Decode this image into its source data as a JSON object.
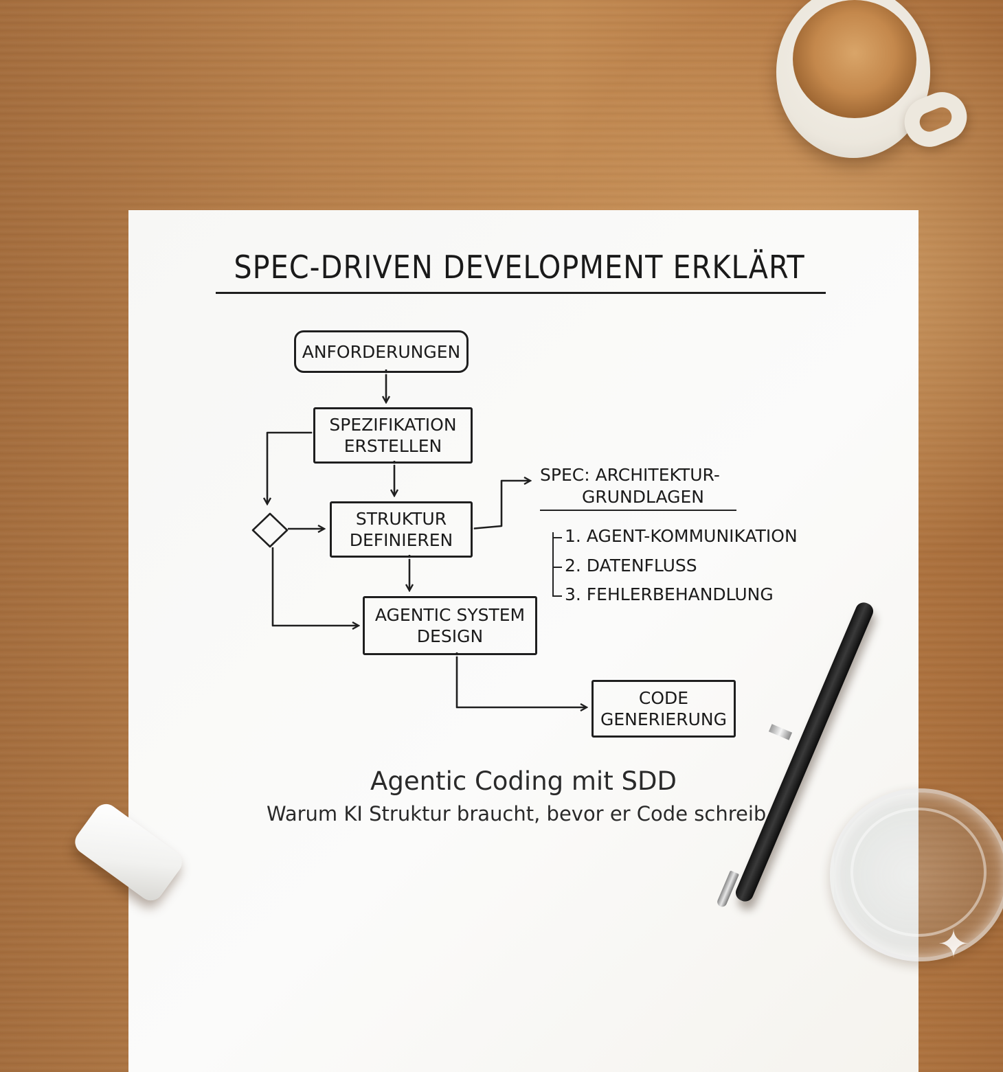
{
  "title": "SPEC-DRIVEN DEVELOPMENT ERKLÄRT",
  "nodes": {
    "requirements": "ANFORDERUNGEN",
    "specification": "SPEZIFIKATION\nERSTELLEN",
    "structure": "STRUKTUR\nDEFINIEREN",
    "agentic_design": "AGENTIC SYSTEM\nDESIGN",
    "code_generation": "CODE\nGENERIERUNG"
  },
  "spec_panel": {
    "heading_line1": "SPEC: ARCHITEKTUR-",
    "heading_line2": "GRUNDLAGEN",
    "items": [
      "1. AGENT-KOMMUNIKATION",
      "2. DATENFLUSS",
      "3. FEHLERBEHANDLUNG"
    ]
  },
  "footer": {
    "subtitle": "Agentic Coding mit SDD",
    "tagline": "Warum KI Struktur braucht, bevor er Code schreib"
  },
  "objects": [
    "coffee-cup",
    "eraser",
    "pen",
    "water-glass"
  ]
}
